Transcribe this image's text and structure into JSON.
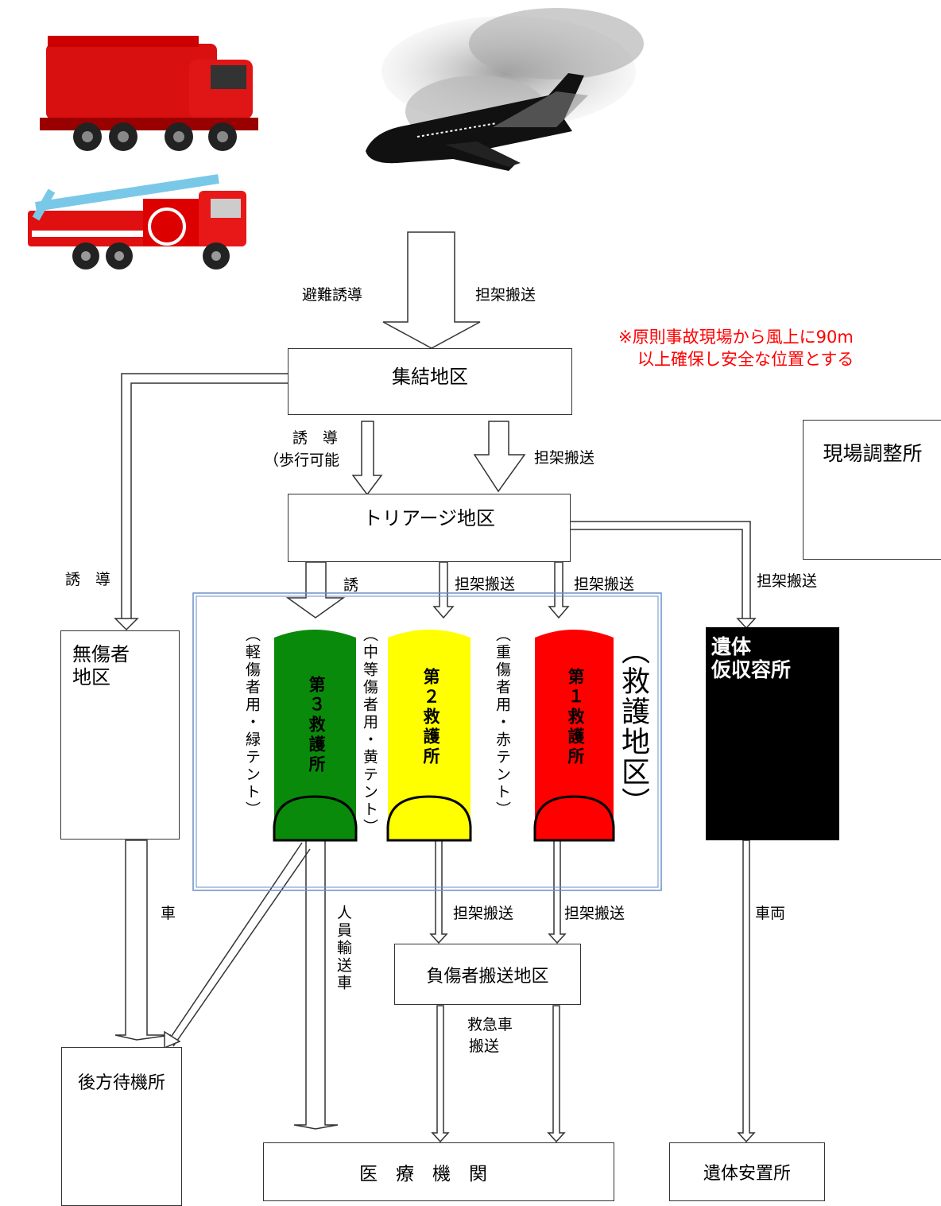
{
  "nodes": {
    "assembly": "集結地区",
    "triage": "トリアージ地区",
    "onsite_coord": "現場調整所",
    "uninjured": "無傷者\n地区",
    "morgue_temp": "遺体\n仮収容所",
    "rear_standby": "後方待機所",
    "medical": "医　療　機　関",
    "transport_area": "負傷者搬送地区",
    "morgue": "遺体安置所",
    "relief_area": "（救護地区）"
  },
  "tents": [
    {
      "name": "第３救護所",
      "side_label": "（軽傷者用・緑テント）",
      "color": "#0a8a0a",
      "text_color": "#000000"
    },
    {
      "name": "第２救護所",
      "side_label": "（中等傷者用・黄テント）",
      "color": "#ffff00",
      "text_color": "#000000"
    },
    {
      "name": "第１救護所",
      "side_label": "（重傷者用・赤テント）",
      "color": "#ff0000",
      "text_color": "#000000"
    }
  ],
  "note": {
    "line1": "※原則事故現場から風上に90m",
    "line2": "以上確保し安全な位置とする",
    "color": "#ff0000"
  },
  "edges": {
    "evac_guide": "避難誘導",
    "stretcher": "担架搬送",
    "guide_walk": "誘　導",
    "walkable": "（歩行可能",
    "guide_left": "誘　導",
    "guide_short": "誘",
    "car": "車",
    "personnel_vehicle": "人員輸送車",
    "ambulance1": "救急車",
    "ambulance2": "搬送",
    "vehicle": "車両"
  },
  "icons": [
    "fire-truck-icon",
    "ladder-truck-icon",
    "burning-airplane-icon",
    "medical-cross-icon"
  ]
}
